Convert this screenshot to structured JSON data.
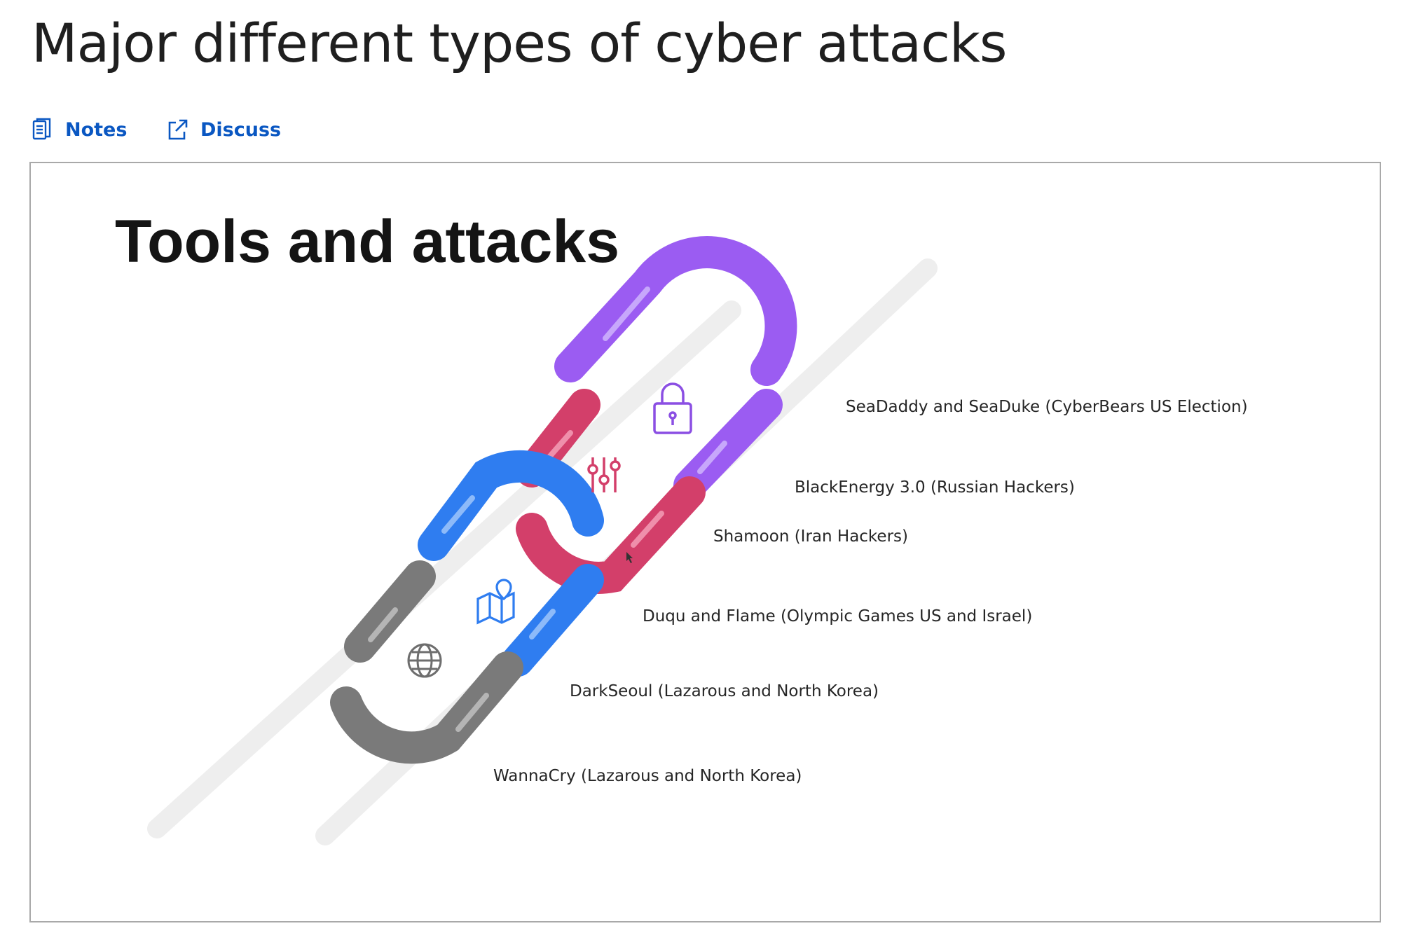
{
  "page": {
    "title": "Major different types of cyber attacks",
    "actions": {
      "notes_label": "Notes",
      "discuss_label": "Discuss"
    }
  },
  "slide": {
    "title": "Tools and attacks",
    "attacks": [
      "SeaDaddy and SeaDuke (CyberBears US Election)",
      "BlackEnergy 3.0 (Russian Hackers)",
      "Shamoon (Iran Hackers)",
      "Duqu and Flame (Olympic Games US and Israel)",
      "DarkSeoul (Lazarous and North Korea)",
      "WannaCry (Lazarous and North Korea)"
    ],
    "chain_icons": [
      "lock-icon",
      "sliders-icon",
      "map-icon",
      "globe-icon"
    ],
    "chain_colors": {
      "purple": "#9b5cf2",
      "crimson": "#d33f6a",
      "blue": "#2f7df0",
      "gray": "#7a7a7a"
    }
  },
  "icons": {
    "notes": "notes-document-icon",
    "discuss": "external-link-icon"
  },
  "colors": {
    "link": "#0a57c2",
    "title": "#1f1f1f",
    "frame_border": "#a9a9a9"
  }
}
